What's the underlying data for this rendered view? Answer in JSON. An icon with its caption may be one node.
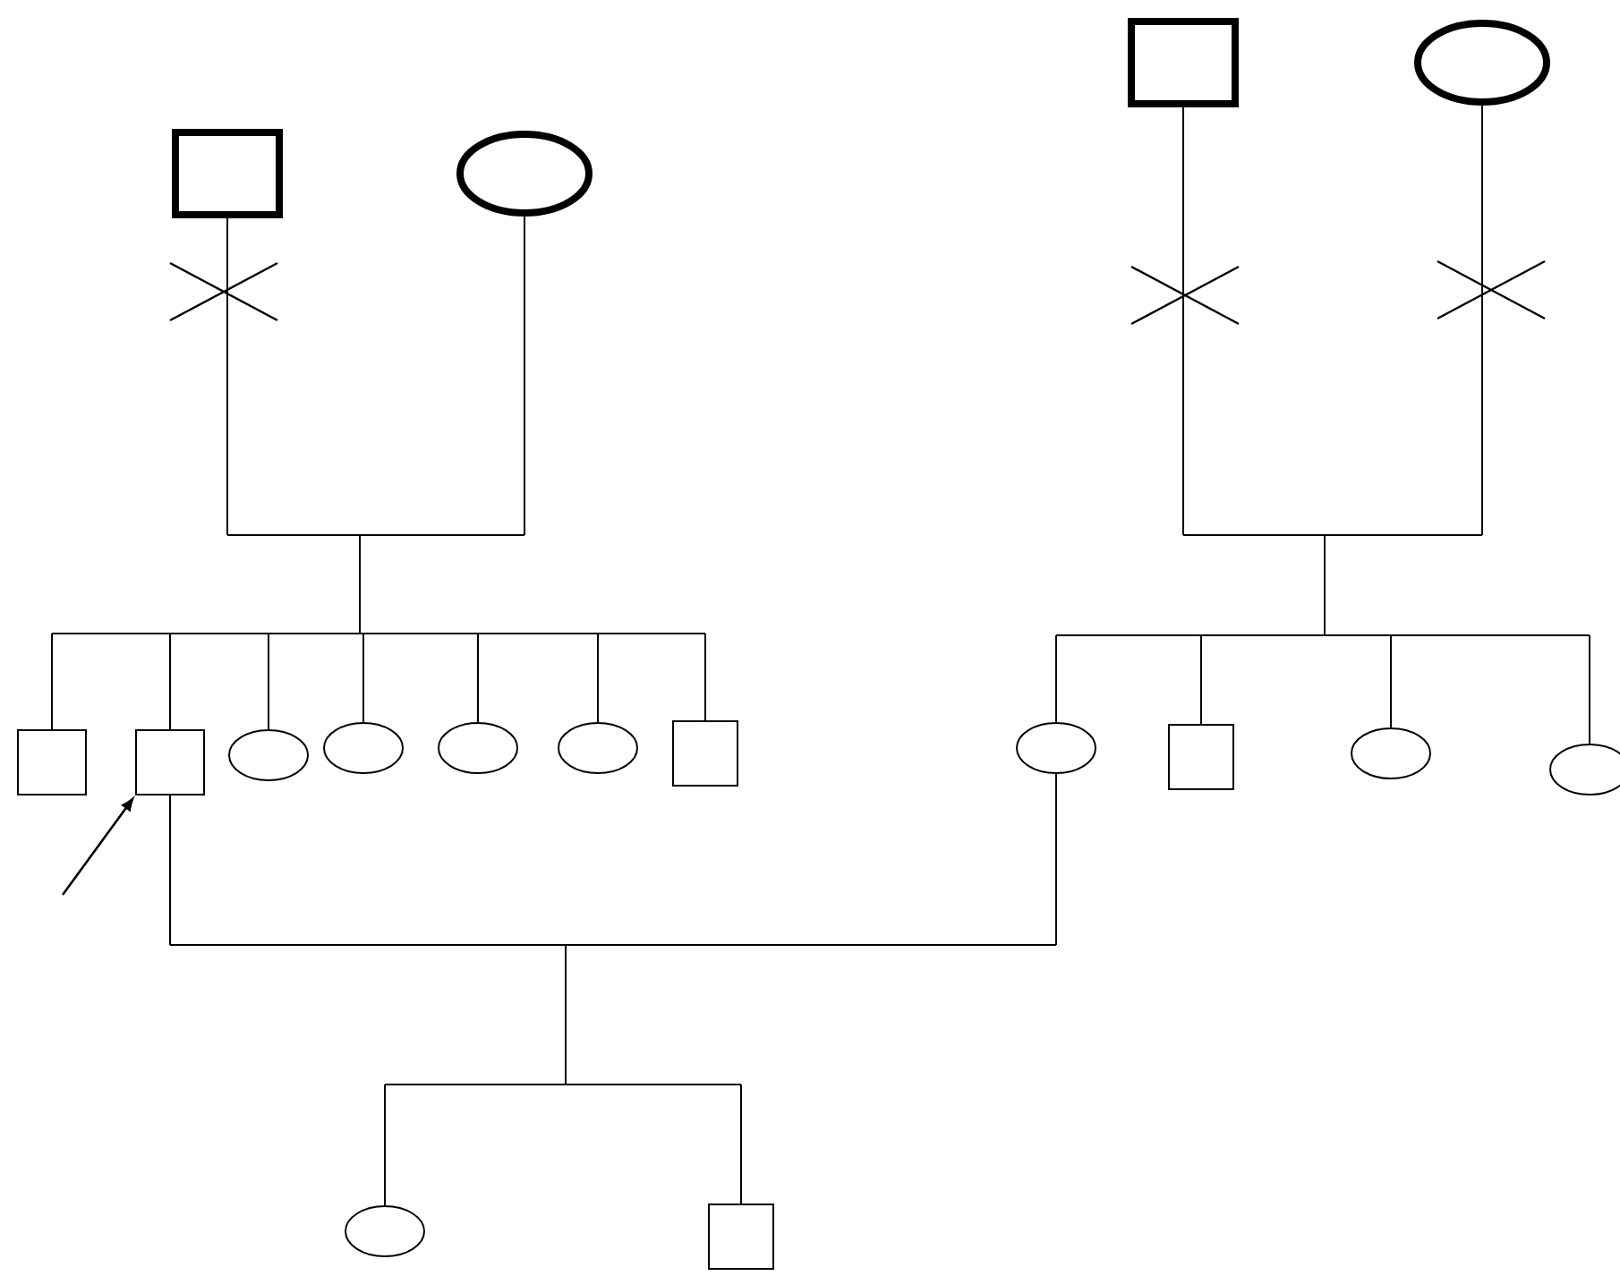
{
  "diagram": {
    "nodes": [
      {
        "text": [],
        "shape": "box"
      },
      {
        "text": [],
        "shape": "circle"
      },
      {
        "text": [],
        "shape": "box"
      },
      {
        "text": [],
        "shape": "box"
      },
      {
        "text": [],
        "shape": "circle"
      },
      {
        "text": [],
        "shape": "circle"
      },
      {
        "text": [],
        "shape": "circle"
      },
      {
        "text": [],
        "shape": "circle"
      },
      {
        "text": [],
        "shape": "box"
      },
      {
        "text": [],
        "shape": "box"
      },
      {
        "text": [],
        "shape": "circle"
      },
      {
        "text": [],
        "shape": "circle"
      },
      {
        "text": [],
        "shape": "box"
      },
      {
        "text": [],
        "shape": "circle"
      },
      {
        "text": [],
        "shape": "circle"
      },
      {
        "text": [],
        "shape": "circle"
      },
      {
        "text": [],
        "shape": "box"
      }
    ],
    "edges": [
      {
        "from": 0,
        "to": 2,
        "arrow": "none"
      },
      {
        "from": 0,
        "to": 3,
        "arrow": "none"
      },
      {
        "from": 0,
        "to": 4,
        "arrow": "none"
      },
      {
        "from": 0,
        "to": 5,
        "arrow": "none"
      },
      {
        "from": 0,
        "to": 6,
        "arrow": "none"
      },
      {
        "from": 0,
        "to": 7,
        "arrow": "none"
      },
      {
        "from": 0,
        "to": 8,
        "arrow": "none"
      },
      {
        "from": 1,
        "to": 2,
        "arrow": "none"
      },
      {
        "from": 1,
        "to": 3,
        "arrow": "none"
      },
      {
        "from": 1,
        "to": 4,
        "arrow": "none"
      },
      {
        "from": 1,
        "to": 5,
        "arrow": "none"
      },
      {
        "from": 1,
        "to": 6,
        "arrow": "none"
      },
      {
        "from": 1,
        "to": 7,
        "arrow": "none"
      },
      {
        "from": 1,
        "to": 8,
        "arrow": "none"
      },
      {
        "from": 9,
        "to": 11,
        "arrow": "none"
      },
      {
        "from": 9,
        "to": 12,
        "arrow": "none"
      },
      {
        "from": 9,
        "to": 13,
        "arrow": "none"
      },
      {
        "from": 9,
        "to": 14,
        "arrow": "none"
      },
      {
        "from": 10,
        "to": 11,
        "arrow": "none"
      },
      {
        "from": 10,
        "to": 12,
        "arrow": "none"
      },
      {
        "from": 10,
        "to": 13,
        "arrow": "none"
      },
      {
        "from": 10,
        "to": 14,
        "arrow": "none"
      },
      {
        "from": 3,
        "to": 15,
        "arrow": "none"
      },
      {
        "from": 3,
        "to": 16,
        "arrow": "none"
      },
      {
        "from": 11,
        "to": 15,
        "arrow": "none"
      },
      {
        "from": 11,
        "to": 16,
        "arrow": "none"
      },
      {
        "from": null,
        "to": 3,
        "arrow": "to"
      }
    ]
  }
}
